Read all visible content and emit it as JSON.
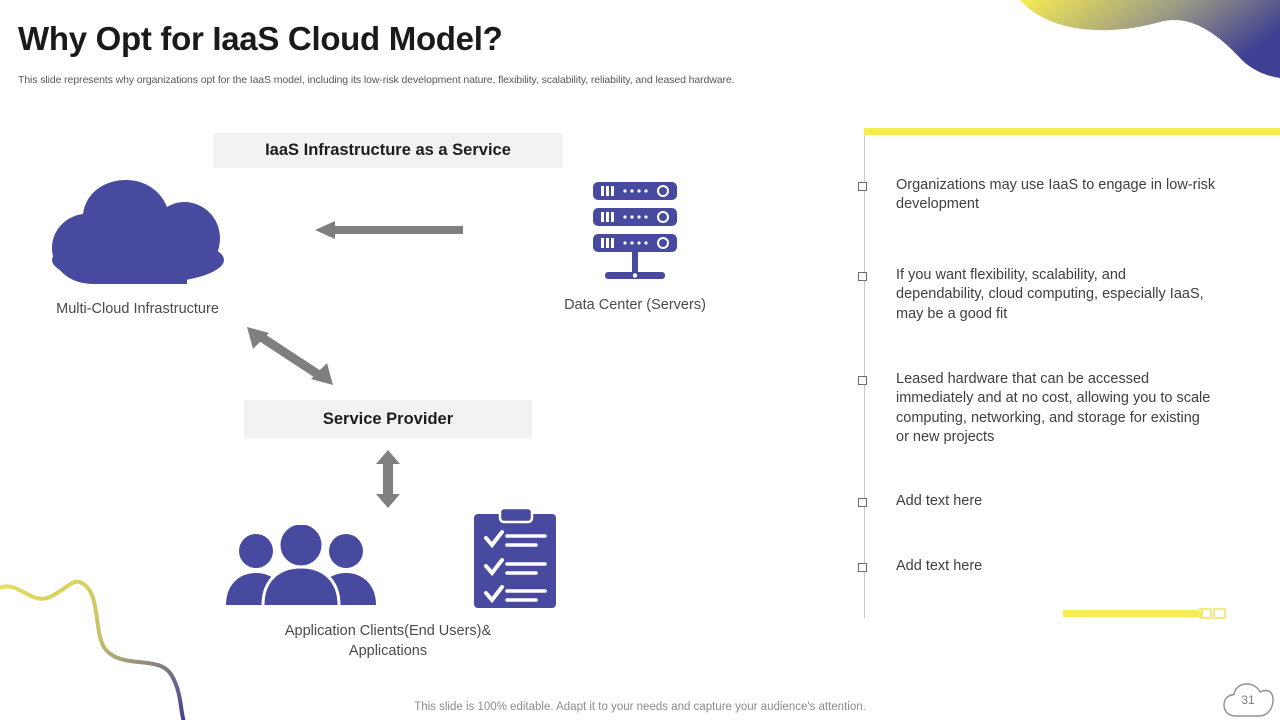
{
  "header": {
    "title": "Why Opt for IaaS Cloud Model?",
    "subtitle": "This slide represents why organizations opt for the IaaS model, including its low-risk development nature, flexibility, scalability, reliability, and leased hardware."
  },
  "colors": {
    "accent_purple": "#474A9E",
    "accent_yellow": "#F7EC52",
    "arrow_gray": "#7F7F7F",
    "box_gray": "#F2F2F2",
    "text_dark": "#1A1A1A",
    "text_body": "#3F3F3F"
  },
  "diagram": {
    "iaas_box_label": "IaaS Infrastructure as a Service",
    "service_provider_box_label": "Service Provider",
    "cloud_caption": "Multi-Cloud Infrastructure",
    "datacenter_caption": "Data Center (Servers)",
    "apps_caption_line1": "Application Clients(End Users)&",
    "apps_caption_line2": "Applications"
  },
  "panel": {
    "bullets": [
      {
        "text": "Organizations may use IaaS to engage in low-risk development"
      },
      {
        "text": "If you want flexibility, scalability, and dependability, cloud computing, especially IaaS, may be a good fit"
      },
      {
        "text": "Leased hardware that can be accessed immediately and at no cost, allowing you to scale computing, networking, and storage for existing or new projects"
      },
      {
        "text": "Add text here"
      },
      {
        "text": "Add text here"
      }
    ]
  },
  "footer": {
    "note": "This slide is 100% editable. Adapt it to your needs and capture your audience's attention.",
    "page_number": "31"
  }
}
